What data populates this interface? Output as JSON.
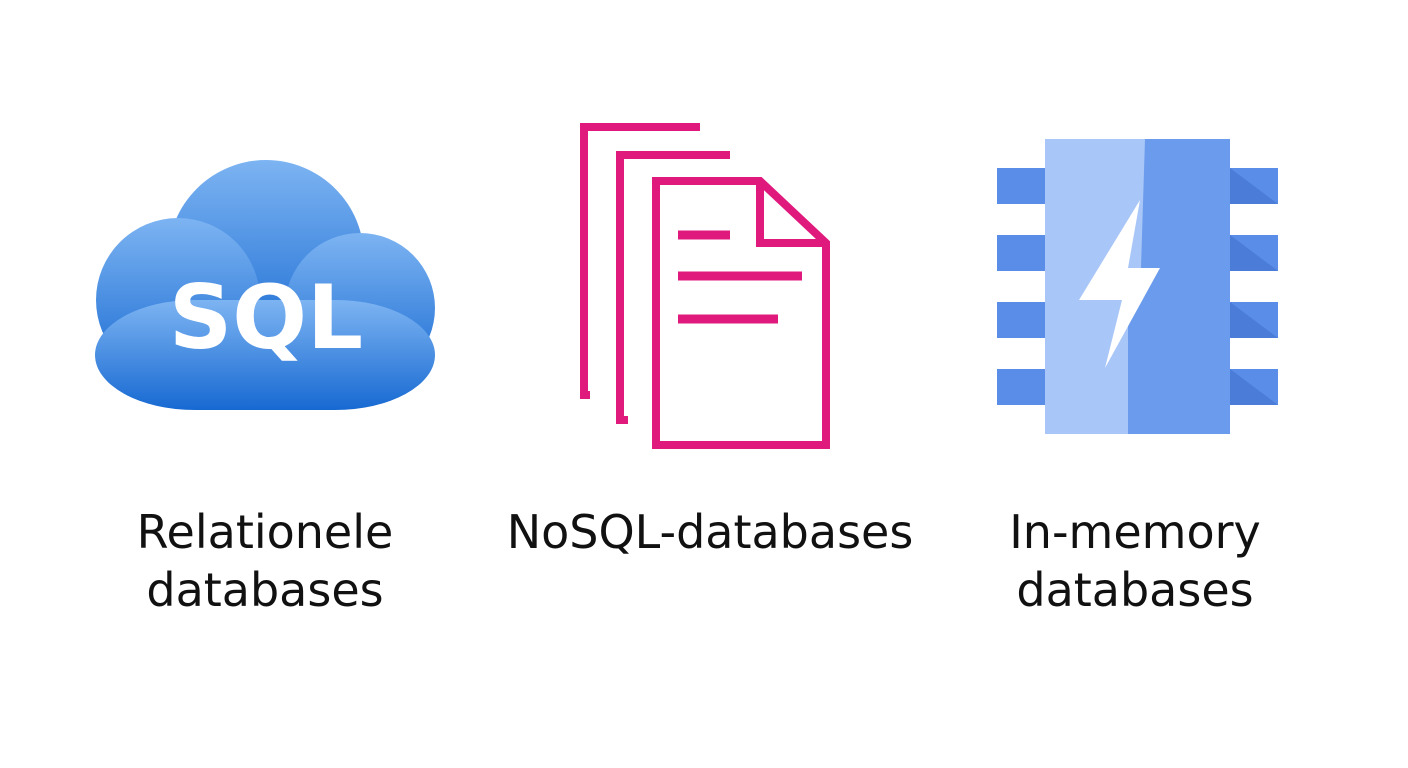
{
  "items": [
    {
      "icon": "sql-cloud-icon",
      "icon_text": "SQL",
      "caption_line1": "Relationele",
      "caption_line2": "databases",
      "colors": {
        "cloud_top": "#78b1f0",
        "cloud_bottom": "#1a6fd6",
        "text": "#ffffff"
      }
    },
    {
      "icon": "stacked-documents-icon",
      "caption_line1": "NoSQL-databases",
      "colors": {
        "stroke": "#e0197d"
      }
    },
    {
      "icon": "memory-chip-lightning-icon",
      "caption_line1": "In-memory",
      "caption_line2": "databases",
      "colors": {
        "light": "#a8c6f7",
        "dark": "#6b9bec",
        "pins": "#5a8de8",
        "bolt": "#ffffff"
      }
    }
  ]
}
